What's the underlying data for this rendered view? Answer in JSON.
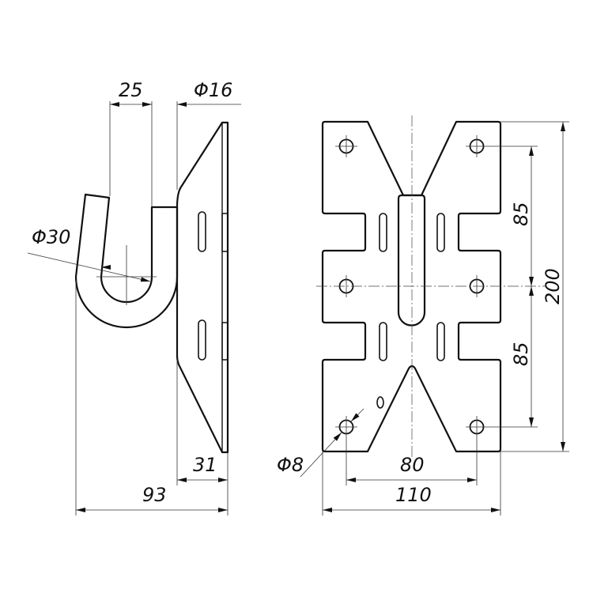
{
  "drawing": {
    "side_view": {
      "dims": {
        "hook_gap": "25",
        "rod_diameter": "Φ16",
        "bend_diameter": "Φ30",
        "plate_depth": "31",
        "overall_depth": "93"
      }
    },
    "front_view": {
      "dims": {
        "hole_diameter": "Φ8",
        "hole_spacing_x": "80",
        "width": "110",
        "height": "200",
        "hole_spacing_y_top": "85",
        "hole_spacing_y_bottom": "85"
      }
    }
  }
}
